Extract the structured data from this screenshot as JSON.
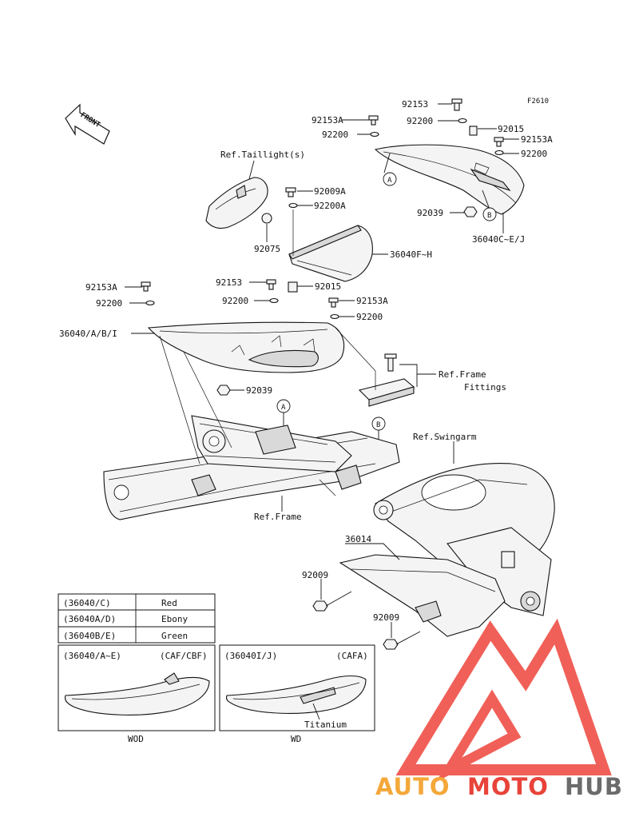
{
  "figure_code": "F2610",
  "front_arrow": "FRONT",
  "callouts": {
    "c92153_top": "92153",
    "c92153A_top": "92153A",
    "c92200_top_left": "92200",
    "c92200_top_mid": "92200",
    "c92015_top": "92015",
    "c92153A_right": "92153A",
    "c92200_right": "92200",
    "ref_taillight": "Ref.Taillight(s)",
    "c92009A": "92009A",
    "c92200A": "92200A",
    "c92075": "92075",
    "c36040FH": "36040F~H",
    "c92039_top": "92039",
    "c36040CEJ": "36040C~E/J",
    "c92153A_left": "92153A",
    "c92200_left": "92200",
    "c36040ABI": "36040/A/B/I",
    "c92153_mid": "92153",
    "c92200_mid": "92200",
    "c92015_mid": "92015",
    "c92153A_mid": "92153A",
    "c92200_mid2": "92200",
    "c92039_mid": "92039",
    "ref_frame_fittings_1": "Ref.Frame",
    "ref_frame_fittings_2": "Fittings",
    "ref_swingarm": "Ref.Swingarm",
    "ref_frame": "Ref.Frame",
    "c36014": "36014",
    "c92009_a": "92009",
    "c92009_b": "92009",
    "marker_a": "A",
    "marker_b": "B"
  },
  "color_table": [
    {
      "code": "(36040/C)",
      "color": "Red"
    },
    {
      "code": "(36040A/D)",
      "color": "Ebony"
    },
    {
      "code": "(36040B/E)",
      "color": "Green"
    }
  ],
  "variants": [
    {
      "code": "(36040/A~E)",
      "models": "(CAF/CBF)",
      "caption": "WOD"
    },
    {
      "code": "(36040I/J)",
      "models": "(CAFA)",
      "caption": "WD",
      "note": "Titanium"
    }
  ],
  "watermark": {
    "part1": "AUTO",
    "part2": "MOTO",
    "part3": "HUB",
    "color1": "#f4a83a",
    "color2": "#e8433a",
    "color3": "#6b6b6b",
    "logo_color": "#ef4f47"
  }
}
